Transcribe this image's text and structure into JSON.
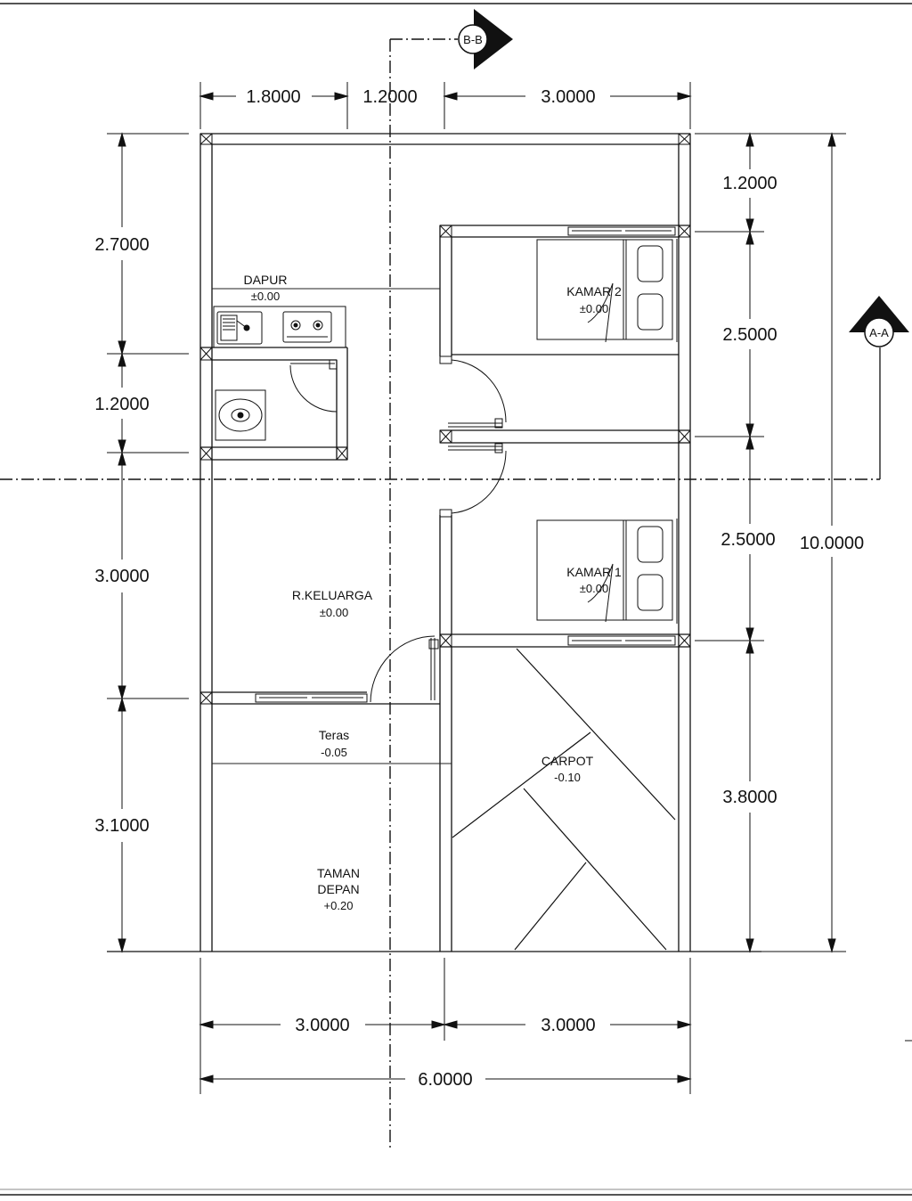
{
  "drawing": {
    "section_markers": {
      "a": "A-A",
      "b": "B-B"
    },
    "rooms": [
      {
        "id": "dapur",
        "name": "DAPUR",
        "level": "±0.00"
      },
      {
        "id": "kamar2",
        "name": "KAMAR 2",
        "level": "±0.00"
      },
      {
        "id": "kamar1",
        "name": "KAMAR 1",
        "level": "±0.00"
      },
      {
        "id": "keluarga",
        "name": "R.KELUARGA",
        "level": "±0.00"
      },
      {
        "id": "teras",
        "name": "Teras",
        "level": "-0.05"
      },
      {
        "id": "carpot",
        "name": "CARPOT",
        "level": "-0.10"
      },
      {
        "id": "taman",
        "name": "TAMAN",
        "name2": "DEPAN",
        "level": "+0.20"
      }
    ],
    "dimensions": {
      "top": [
        "1.8000",
        "1.2000",
        "3.0000"
      ],
      "left": [
        "2.7000",
        "1.2000",
        "3.0000",
        "3.1000"
      ],
      "right": [
        "1.2000",
        "2.5000",
        "2.5000",
        "3.8000"
      ],
      "overall_right": "10.0000",
      "bottom": [
        "3.0000",
        "3.0000"
      ],
      "overall_bottom": "6.0000"
    }
  }
}
